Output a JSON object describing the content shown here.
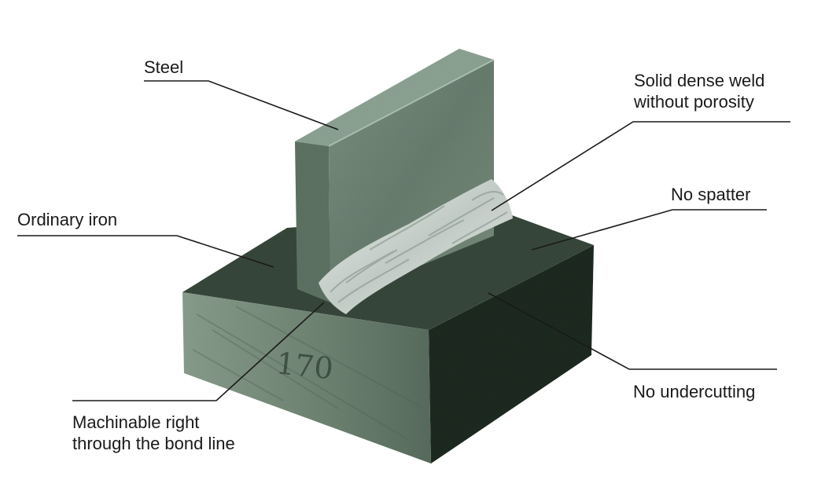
{
  "labels": {
    "steel": "Steel",
    "solid_dense_weld": [
      "Solid dense weld",
      "without porosity"
    ],
    "ordinary_iron": "Ordinary iron",
    "no_spatter": "No spatter",
    "no_undercutting": "No undercutting",
    "machinable": [
      "Machinable right",
      "through the bond line"
    ]
  },
  "specimen_stamp": "170",
  "colors": {
    "steel_front": "#6f8476",
    "steel_top": "#7f9584",
    "iron_top": "#3a4a3d",
    "iron_front": "#7a907f",
    "iron_side": "#1c2a20",
    "weld": "#d8dfdc",
    "leader": "#1a1a1a"
  }
}
